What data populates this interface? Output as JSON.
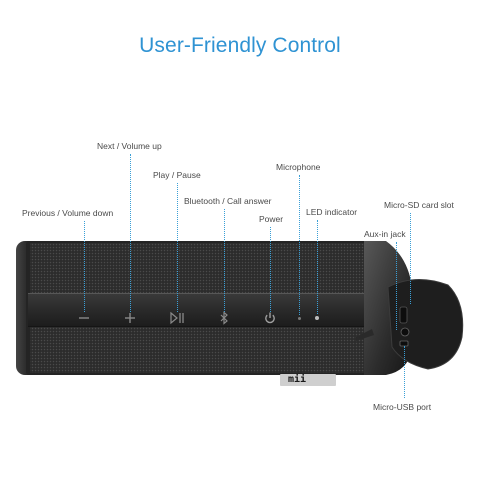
{
  "title": "User-Friendly Control",
  "labels": {
    "next_volume_up": "Next / Volume up",
    "play_pause": "Play / Pause",
    "microphone": "Microphone",
    "bluetooth_call": "Bluetooth / Call answer",
    "previous_volume_down": "Previous / Volume down",
    "power": "Power",
    "led_indicator": "LED indicator",
    "micro_sd": "Micro-SD card slot",
    "aux_in": "Aux-in jack",
    "micro_usb": "Micro-USB port"
  },
  "brand_logo": "mii",
  "icons": [
    "minus-icon",
    "plus-icon",
    "play-pause-icon",
    "bluetooth-icon",
    "power-icon"
  ],
  "colors": {
    "title": "#2f93d3",
    "leader_lines": "#3a9fd6",
    "speaker_body": "#2b2b2b"
  }
}
